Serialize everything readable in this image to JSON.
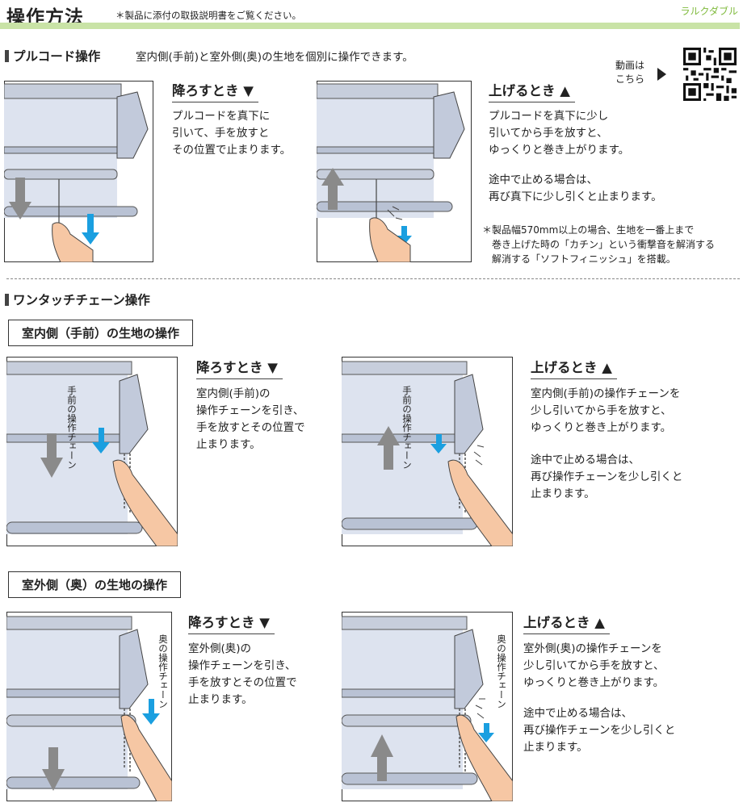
{
  "header": {
    "title": "操作方法",
    "note": "＊製品に添付の取扱説明書をご覧ください。",
    "brand": "ラルクダブル"
  },
  "pullcord": {
    "heading": "プルコード操作",
    "description": "室内側(手前)と室外側(奥)の生地を個別に操作できます。",
    "lower": {
      "title": "降ろすとき ▼",
      "body": "プルコードを真下に\n引いて、手を放すと\nその位置で止まります。"
    },
    "raise": {
      "title": "上げるとき ▲",
      "body": "プルコードを真下に少し\n引いてから手を放すと、\nゆっくりと巻き上がります。",
      "body2": "途中で止める場合は、\n再び真下に少し引くと止まります。"
    },
    "note": "＊製品幅570mm以上の場合、生地を一番上まで\n　巻き上げた時の「カチン」という衝撃音を解消する\n　解消する「ソフトフィニッシュ」を搭載。",
    "video_label": "動画は\nこちら"
  },
  "chain": {
    "heading": "ワンタッチチェーン操作",
    "indoor": {
      "label": "室内側（手前）の生地の操作",
      "chain_label": "手前の操作チェーン",
      "lower": {
        "title": "降ろすとき ▼",
        "body": "室内側(手前)の\n操作チェーンを引き、\n手を放すとその位置で\n止まります。"
      },
      "raise": {
        "title": "上げるとき ▲",
        "body": "室内側(手前)の操作チェーンを\n少し引いてから手を放すと、\nゆっくりと巻き上がります。",
        "body2": "途中で止める場合は、\n再び操作チェーンを少し引くと\n止まります。"
      }
    },
    "outdoor": {
      "label": "室外側（奥）の生地の操作",
      "chain_label": "奥の操作チェーン",
      "lower": {
        "title": "降ろすとき ▼",
        "body": "室外側(奥)の\n操作チェーンを引き、\n手を放すとその位置で\n止まります。"
      },
      "raise": {
        "title": "上げるとき ▲",
        "body": "室外側(奥)の操作チェーンを\n少し引いてから手を放すと、\nゆっくりと巻き上がります。",
        "body2": "途中で止める場合は、\n再び操作チェーンを少し引くと\n止まります。"
      }
    }
  },
  "colors": {
    "accent": "#c9e3a6",
    "brand": "#7fba3c",
    "fabric": "#dde3ef",
    "blue_arrow": "#1a9fe0",
    "gray_arrow": "#8a8a8a",
    "skin": "#f6c7a4"
  }
}
